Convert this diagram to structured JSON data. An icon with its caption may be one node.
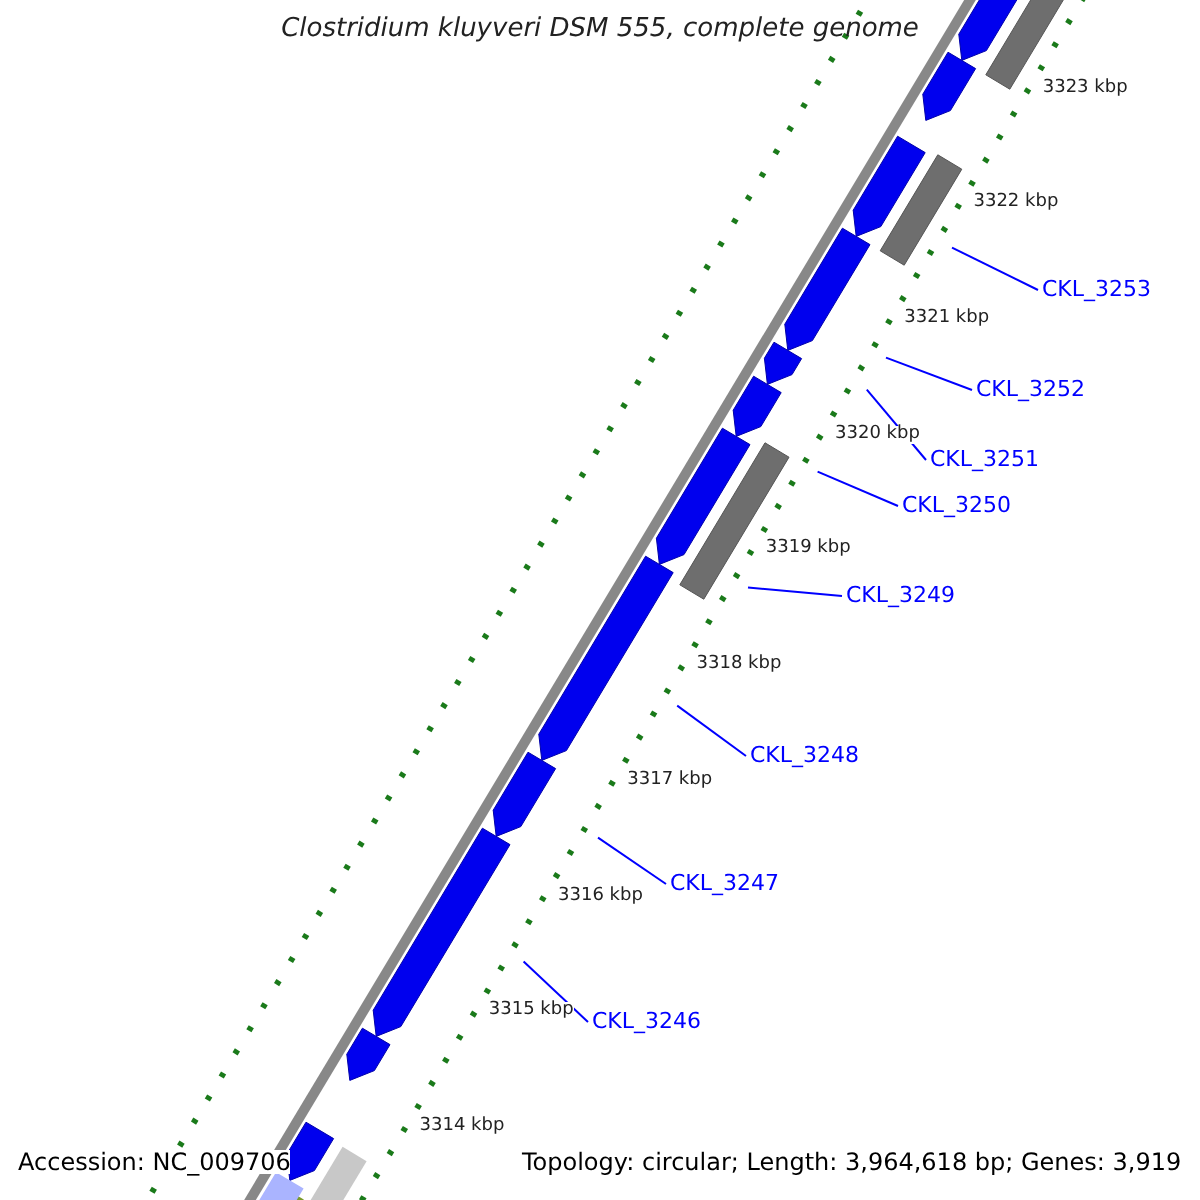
{
  "diagram": {
    "title": "Clostridium kluyveri DSM 555, complete genome",
    "nodes": [
      {
        "text": [
          "CKL_3253"
        ]
      },
      {
        "text": [
          "CKL_3252"
        ]
      },
      {
        "text": [
          "CKL_3251"
        ]
      },
      {
        "text": [
          "CKL_3250"
        ]
      },
      {
        "text": [
          "CKL_3249"
        ]
      },
      {
        "text": [
          "CKL_3248"
        ]
      },
      {
        "text": [
          "CKL_3247"
        ]
      },
      {
        "text": [
          "CKL_3246"
        ]
      }
    ],
    "edges": [
      {
        "from": 0,
        "to": null,
        "arrow": "none"
      },
      {
        "from": 1,
        "to": null,
        "arrow": "none"
      },
      {
        "from": 2,
        "to": null,
        "arrow": "none"
      },
      {
        "from": 3,
        "to": null,
        "arrow": "none"
      },
      {
        "from": 4,
        "to": null,
        "arrow": "none"
      },
      {
        "from": 5,
        "to": null,
        "arrow": "none"
      },
      {
        "from": 6,
        "to": null,
        "arrow": "none"
      },
      {
        "from": 7,
        "to": null,
        "arrow": "none"
      }
    ],
    "labels": [
      "3323 kbp",
      "3322 kbp",
      "3321 kbp",
      "3320 kbp",
      "3319 kbp",
      "3318 kbp",
      "3317 kbp",
      "3316 kbp",
      "3315 kbp",
      "3314 kbp",
      "Accession: NC_009706",
      "Topology: circular; Length: 3,964,618 bp; Genes: 3,919"
    ]
  }
}
